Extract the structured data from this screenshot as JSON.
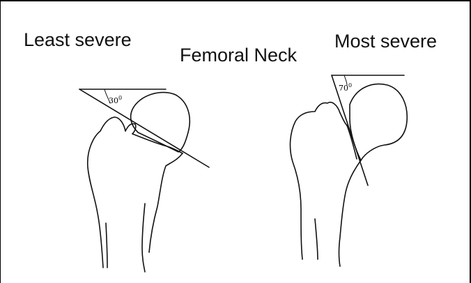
{
  "labels": {
    "left": "Least severe",
    "center": "Femoral Neck",
    "right": "Most severe"
  },
  "angles": {
    "left": "30",
    "right": "70",
    "degree_symbol": "0"
  }
}
